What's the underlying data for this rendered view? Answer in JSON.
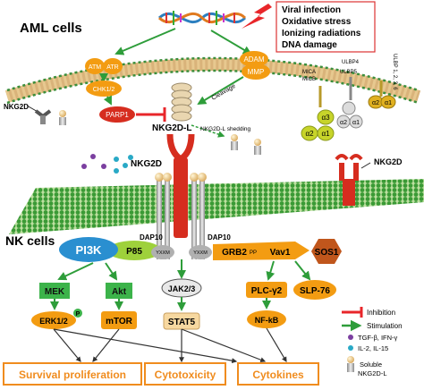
{
  "colors": {
    "green_box": "#3cb34a",
    "orange": "#f39c12",
    "red_receptor": "#d62d1f",
    "blue_pi3k": "#2a8fd0",
    "green_oval": "#9ed13b",
    "outcome_text": "#f08c1e",
    "membrane_green": "#2f8f2f",
    "membrane_tan": "#d9b37a"
  },
  "stress_box": {
    "lines": [
      "Viral infection",
      "Oxidative stress",
      "Ionizing radiations",
      "DNA damage"
    ]
  },
  "labels": {
    "aml_cells": "AML cells",
    "nk_cells": "NK cells",
    "nkg2d_left": "NKG2D",
    "nkg2d_right": "NKG2D",
    "nkg2d_l": "NKG2D-L",
    "nkg2d_center": "NKG2D",
    "shedding": "NKG2D-L shedding",
    "cleavage": "Cleavage",
    "dap10_left": "DAP10",
    "dap10_right": "DAP10",
    "yxxm_left": "YXXM",
    "yxxm_right": "YXXM",
    "pp": "PP"
  },
  "nodes": {
    "atm": "ATM",
    "atr": "ATR",
    "chk": "CHK1/2",
    "adam": "ADAM",
    "mmp": "MMP",
    "parp1": "PARP1",
    "mica": "MICA",
    "micb": "MICB",
    "ulbp4": "ULBP4",
    "ulbp5": "ULBP5",
    "ulbp1236": "ULBP 1, 2, 3, 6",
    "a1_mic": "α1",
    "a2_mic": "α2",
    "a3_mic": "α3",
    "a1_ulbp": "α1",
    "a2_ulbp": "α2",
    "a1_far": "α1",
    "a2_far": "α2",
    "pi3k": "PI3K",
    "p85": "P85",
    "grb2": "GRB2",
    "vav1": "Vav1",
    "sos1": "SOS1",
    "mek": "MEK",
    "akt": "Akt",
    "erk": "ERK1/2",
    "p_erk": "P",
    "mtor": "mTOR",
    "jak": "JAK2/3",
    "stat5": "STAT5",
    "plc": "PLC-γ2",
    "slp": "SLP-76",
    "nfkb": "NF-kB"
  },
  "outcomes": [
    "Survival proliferation",
    "Cytotoxicity",
    "Cytokines"
  ],
  "legend": {
    "inhibition": "Inhibition",
    "stimulation": "Stimulation",
    "tgf": "TGF-β, IFN-γ",
    "il": "IL-2, IL-15",
    "soluble_1": "Soluble",
    "soluble_2": "NKG2D-L"
  }
}
